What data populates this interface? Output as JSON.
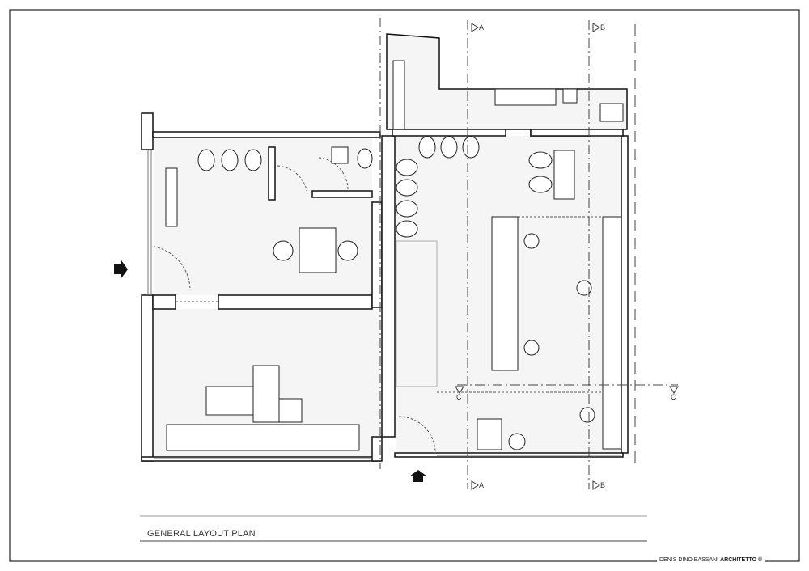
{
  "drawing": {
    "title": "GENERAL LAYOUT  PLAN",
    "firm_name": "DENIS DINO BASSANI",
    "firm_suffix": "ARCHITETTO ®",
    "section_marks": {
      "a_top": "A",
      "b_top": "B",
      "a_bottom": "A",
      "b_bottom": "B",
      "c_left": "C",
      "c_right": "C"
    },
    "icons": [
      "entrance-arrow-left",
      "entrance-arrow-bottom",
      "section-marker"
    ],
    "colors": {
      "line": "#111111",
      "floor": "#f4f4f4",
      "dash": "#444444"
    }
  }
}
